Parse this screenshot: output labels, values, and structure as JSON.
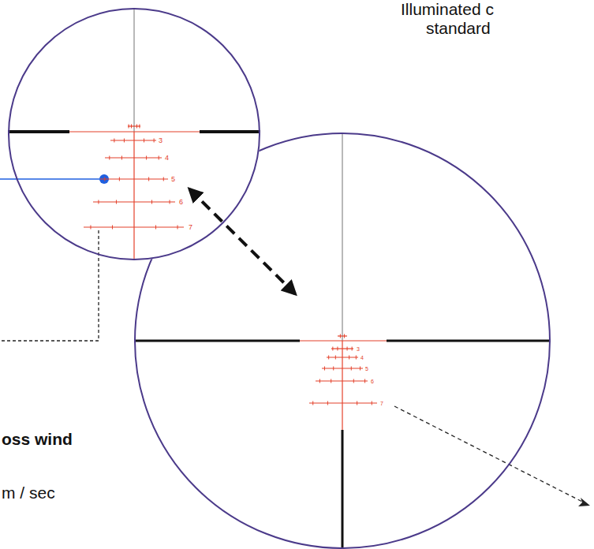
{
  "diagram": {
    "nodes": [
      {
        "text": [
          "3",
          "4",
          "5",
          "6",
          "7"
        ]
      },
      {
        "text": [
          "3",
          "4",
          "5",
          "6",
          "7"
        ]
      }
    ],
    "edges": [
      {
        "from": 0,
        "to": 1,
        "arrow": "both"
      }
    ],
    "labels": [
      "Illuminated c",
      "standard",
      "oss wind",
      "m / sec"
    ]
  }
}
